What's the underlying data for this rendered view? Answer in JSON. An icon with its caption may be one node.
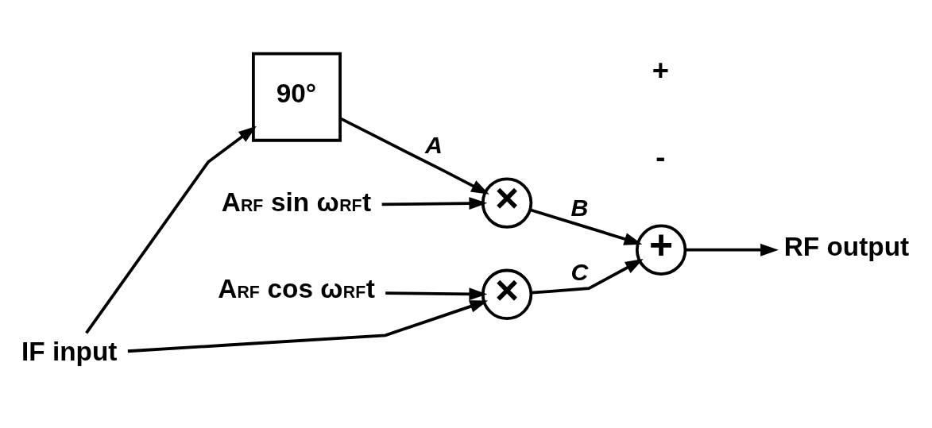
{
  "diagram": {
    "nodes": [
      {
        "text": [
          "IF input"
        ]
      },
      {
        "text": [
          "90°"
        ]
      },
      {
        "text": [
          "×"
        ]
      },
      {
        "text": [
          "A$_{RF}$ sin ω$_{RF}$t"
        ]
      },
      {
        "text": [
          "A$_{RF}$ cos ω$_{RF}$t"
        ]
      },
      {
        "text": [
          "×"
        ]
      },
      {
        "text": [
          "+"
        ]
      },
      {
        "text": [
          "RF output"
        ]
      }
    ],
    "edges": [
      {
        "from": 0,
        "to": 1,
        "arrow": "to"
      },
      {
        "from": 0,
        "to": 5,
        "arrow": "to"
      },
      {
        "from": 1,
        "to": 2,
        "arrow": "to",
        "label": "A"
      },
      {
        "from": 3,
        "to": 2,
        "arrow": "to"
      },
      {
        "from": 4,
        "to": 5,
        "arrow": "to"
      },
      {
        "from": 2,
        "to": 6,
        "arrow": "to",
        "label": "B"
      },
      {
        "from": 5,
        "to": 6,
        "arrow": "to",
        "label": "C"
      },
      {
        "from": 6,
        "to": 7,
        "arrow": "to"
      }
    ],
    "labels": [
      "-",
      "+"
    ]
  }
}
